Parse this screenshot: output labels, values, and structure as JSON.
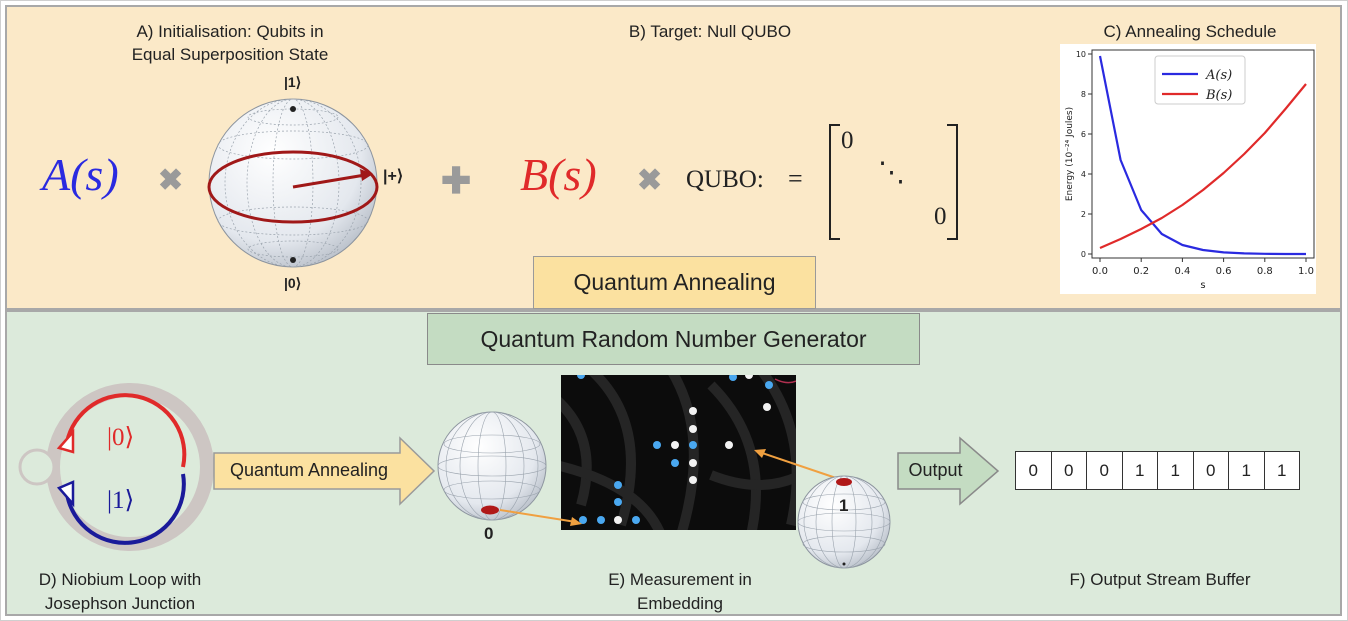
{
  "panel_a": {
    "caption_line1": "A) Initialisation: Qubits in",
    "caption_line2": "Equal Superposition State",
    "label_one": "|1⟩",
    "label_zero": "|0⟩",
    "label_plus": "|+⟩"
  },
  "panel_b": {
    "caption": "B) Target: Null QUBO",
    "qubo_label": "QUBO:",
    "equals": "=",
    "matrix_top": "0",
    "matrix_dots": "⋱",
    "matrix_bottom": "0"
  },
  "panel_c": {
    "caption": "C) Annealing Schedule",
    "chart_data": {
      "type": "line",
      "title": "",
      "xlabel": "s",
      "ylabel": "Energy (10⁻²⁴ Joules)",
      "xlim": [
        0,
        1
      ],
      "ylim": [
        0,
        10
      ],
      "xticks": [
        "0.0",
        "0.2",
        "0.4",
        "0.6",
        "0.8",
        "1.0"
      ],
      "yticks": [
        "0",
        "2",
        "4",
        "6",
        "8",
        "10"
      ],
      "x": [
        0.0,
        0.1,
        0.2,
        0.3,
        0.4,
        0.5,
        0.6,
        0.7,
        0.8,
        0.9,
        1.0
      ],
      "series": [
        {
          "name": "A(s)",
          "color": "#2a2ae0",
          "values": [
            9.9,
            4.7,
            2.2,
            1.0,
            0.45,
            0.2,
            0.08,
            0.03,
            0.01,
            0.0,
            0.0
          ]
        },
        {
          "name": "B(s)",
          "color": "#e02a2a",
          "values": [
            0.3,
            0.75,
            1.25,
            1.8,
            2.45,
            3.2,
            4.05,
            5.0,
            6.05,
            7.25,
            8.5
          ]
        }
      ],
      "legend": "top-right"
    }
  },
  "formula": {
    "a": "A(s)",
    "b": "B(s)",
    "times": "✖",
    "plus": "✚"
  },
  "box_qa": "Quantum Annealing",
  "box_qrng": "Quantum Random Number Generator",
  "panel_d": {
    "caption_line1": "D) Niobium Loop with",
    "caption_line2": "Josephson Junction",
    "state_zero": "|0⟩",
    "state_one": "|1⟩"
  },
  "arrow_qa": "Quantum Annealing",
  "panel_e": {
    "caption_line1": "E) Measurement in",
    "caption_line2": "Embedding",
    "zero": "0",
    "one": "1"
  },
  "arrow_output": "Output",
  "panel_f": {
    "caption": "F) Output Stream Buffer",
    "bits": [
      "0",
      "0",
      "0",
      "1",
      "1",
      "0",
      "1",
      "1"
    ]
  },
  "colors": {
    "top_bg": "#fbe9c8",
    "bottom_bg": "#dceadb",
    "blue": "#2a2ae0",
    "red": "#e02a2a",
    "sphere_red": "#a01818"
  }
}
